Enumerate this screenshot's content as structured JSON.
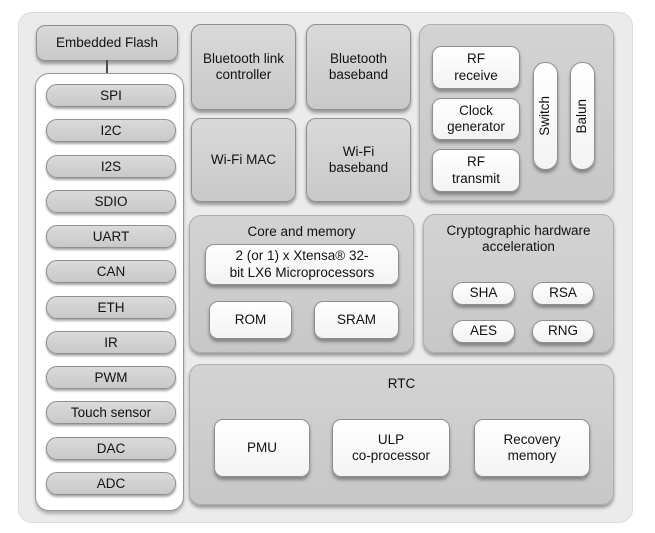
{
  "colors": {
    "page_background": "#ffffff",
    "chip_background": "#ebebeb",
    "gray_block": "#cecece",
    "white_block": "#ffffff",
    "block_border": "#8f8f8f",
    "text": "#111111"
  },
  "left": {
    "flash_label": "Embedded Flash",
    "peripherals": [
      "SPI",
      "I2C",
      "I2S",
      "SDIO",
      "UART",
      "CAN",
      "ETH",
      "IR",
      "PWM",
      "Touch sensor",
      "DAC",
      "ADC"
    ]
  },
  "radio": {
    "bt_link_controller": "Bluetooth link controller",
    "bt_baseband": "Bluetooth baseband",
    "wifi_mac": "Wi-Fi MAC",
    "wifi_baseband": "Wi-Fi baseband"
  },
  "rf": {
    "receive": "RF receive",
    "clock_generator": "Clock generator",
    "transmit": "RF transmit",
    "switch": "Switch",
    "balun": "Balun"
  },
  "core": {
    "title": "Core and memory",
    "cpu_lines": [
      "2 (or 1) x Xtensa® 32-",
      "bit LX6 Microprocessors"
    ],
    "rom": "ROM",
    "sram": "SRAM"
  },
  "crypto": {
    "title": "Cryptographic hardware acceleration",
    "sha": "SHA",
    "rsa": "RSA",
    "aes": "AES",
    "rng": "RNG"
  },
  "rtc": {
    "title": "RTC",
    "pmu": "PMU",
    "ulp_lines": [
      "ULP",
      "co-processor"
    ],
    "recovery": "Recovery memory"
  }
}
